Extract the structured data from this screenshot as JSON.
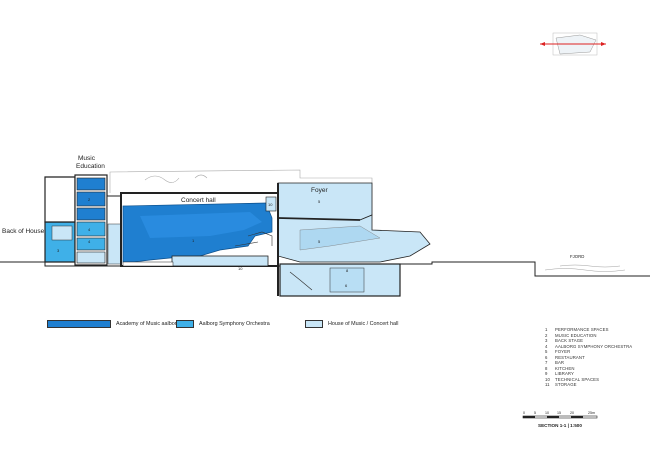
{
  "labels": {
    "back_of_house": "Back of House",
    "music_education": [
      "Music",
      "Education"
    ],
    "concert_hall": "Concert hall",
    "foyer": "Foyer",
    "fjord": "FJORD"
  },
  "room_numbers": {
    "r1": "1",
    "r2": "2",
    "r3": "3",
    "r4": "4",
    "r5a": "5",
    "r5b": "5",
    "r6": "6",
    "r8": "8",
    "r10": "10",
    "r10b": "10",
    "r4b": "4"
  },
  "legend": [
    {
      "label": "Academy of Music aalborg",
      "color": "#1f7fd0"
    },
    {
      "label": "Aalborg Symphony Orchestra",
      "color": "#3fb0e8"
    },
    {
      "label": "House of Music / Concert hall",
      "color": "#c9e6f7"
    }
  ],
  "key": [
    {
      "num": "1",
      "text": "PERFORMANCE SPACES"
    },
    {
      "num": "2",
      "text": "MUSIC EDUCATION"
    },
    {
      "num": "3",
      "text": "BACK STAGE"
    },
    {
      "num": "4",
      "text": "AALBORG SYMPHONY ORCHESTRA"
    },
    {
      "num": "5",
      "text": "FOYER"
    },
    {
      "num": "6",
      "text": "RESTAURANT"
    },
    {
      "num": "7",
      "text": "BAR"
    },
    {
      "num": "8",
      "text": "KITCHEN"
    },
    {
      "num": "9",
      "text": "LIBRARY"
    },
    {
      "num": "10",
      "text": "TECHNICAL SPACES"
    },
    {
      "num": "11",
      "text": "STORAGE"
    }
  ],
  "scale_bar": {
    "ticks": [
      "0",
      "5",
      "10",
      "15",
      "20",
      "25m"
    ],
    "title": "SECTION 1-1 | 1:500"
  }
}
